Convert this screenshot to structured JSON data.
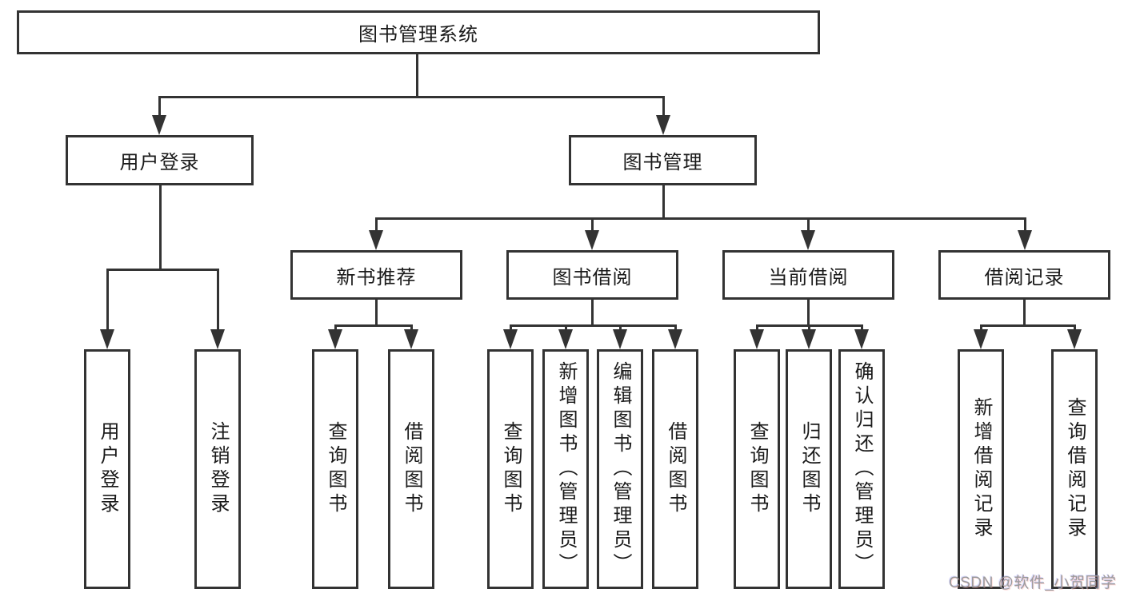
{
  "diagram_title": "图书管理系统",
  "colors": {
    "line": "#333333",
    "box_border": "#333333",
    "box_background": "#ffffff",
    "text": "#1a1a1a",
    "watermark": "#9b9b9b",
    "background": "#ffffff"
  },
  "nodes": {
    "root": {
      "label": "图书管理系统"
    },
    "user_login": {
      "label": "用户登录"
    },
    "book_mgmt": {
      "label": "图书管理"
    },
    "new_book_rec": {
      "label": "新书推荐"
    },
    "book_borrow": {
      "label": "图书借阅"
    },
    "current_borrow": {
      "label": "当前借阅"
    },
    "borrow_record": {
      "label": "借阅记录"
    },
    "leaf_user_login": {
      "label": "用户登录"
    },
    "leaf_logout": {
      "label": "注销登录"
    },
    "leaf_nb_query": {
      "label": "查询图书"
    },
    "leaf_nb_borrow": {
      "label": "借阅图书"
    },
    "leaf_bb_query": {
      "label": "查询图书"
    },
    "leaf_bb_add": {
      "label": "新增图书（管理员）"
    },
    "leaf_bb_edit": {
      "label": "编辑图书（管理员）"
    },
    "leaf_bb_borrow": {
      "label": "借阅图书"
    },
    "leaf_cb_query": {
      "label": "查询图书"
    },
    "leaf_cb_return": {
      "label": "归还图书"
    },
    "leaf_cb_confirm": {
      "label": "确认归还（管理员）"
    },
    "leaf_br_add": {
      "label": "新增借阅记录"
    },
    "leaf_br_query": {
      "label": "查询借阅记录"
    }
  },
  "hierarchy": {
    "图书管理系统": {
      "用户登录": [
        "用户登录",
        "注销登录"
      ],
      "图书管理": {
        "新书推荐": [
          "查询图书",
          "借阅图书"
        ],
        "图书借阅": [
          "查询图书",
          "新增图书（管理员）",
          "编辑图书（管理员）",
          "借阅图书"
        ],
        "当前借阅": [
          "查询图书",
          "归还图书",
          "确认归还（管理员）"
        ],
        "借阅记录": [
          "新增借阅记录",
          "查询借阅记录"
        ]
      }
    }
  },
  "watermark": {
    "text": "CSDN @软件_小贺同学"
  }
}
